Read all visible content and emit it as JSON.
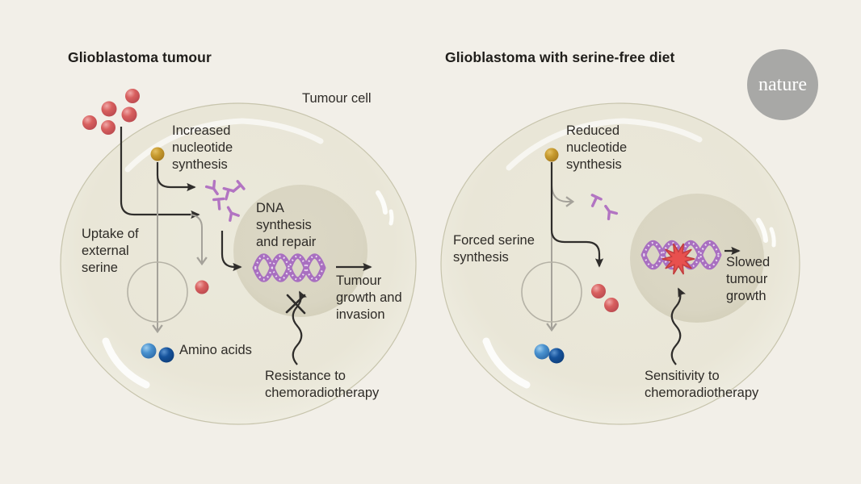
{
  "panels": {
    "left": {
      "title": "Glioblastoma tumour",
      "cell_label": "Tumour cell",
      "labels": {
        "nucleotide": "Increased\nnucleotide\nsynthesis",
        "uptake": "Uptake of\nexternal\nserine",
        "amino_acids": "Amino acids",
        "dna": "DNA\nsynthesis\nand repair",
        "outcome": "Tumour\ngrowth and\ninvasion",
        "therapy": "Resistance to\nchemoradiotherapy"
      }
    },
    "right": {
      "title": "Glioblastoma with serine-free diet",
      "labels": {
        "nucleotide": "Reduced\nnucleotide\nsynthesis",
        "serine": "Forced serine\nsynthesis",
        "outcome": "Slowed\ntumour\ngrowth",
        "therapy": "Sensitivity to\nchemoradiotherapy"
      }
    }
  },
  "logo": {
    "text": "nature"
  },
  "colors": {
    "bg": "#f2efe8",
    "text": "#2e2b27",
    "title": "#1f1d1a",
    "line_black": "#2f2d2b",
    "line_gray": "#a5a29a",
    "purple": "#b274c2",
    "dna_purple": "#a86fc0",
    "star_red": "#e8504e",
    "serine_red": "#d4595c",
    "nucleotide_gold": "#c79b2f",
    "amino_blue_light": "#4a92cf",
    "amino_blue_dark": "#16539c",
    "cell_fill": "#e9e6d7",
    "nucleus_fill": "#dbd7c5",
    "logo_gray": "#a8a8a6",
    "logo_text": "#ffffff"
  }
}
